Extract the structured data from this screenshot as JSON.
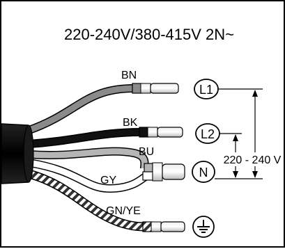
{
  "title": "220-240V/380-415V 2N~",
  "wires": [
    {
      "code": "BN",
      "color": "#8a8a8a"
    },
    {
      "code": "BK",
      "color": "#111111"
    },
    {
      "code": "BU",
      "color": "#b5b5b5"
    },
    {
      "code": "GY",
      "color": "#ffffff"
    },
    {
      "code": "GN/YE",
      "color": "striped"
    }
  ],
  "terminals": {
    "l1": {
      "label": "L1"
    },
    "l2": {
      "label": "L2"
    },
    "n": {
      "label": "N"
    },
    "earth": {
      "icon": "earth-ground-icon"
    }
  },
  "voltage_label": "220 - 240 V"
}
